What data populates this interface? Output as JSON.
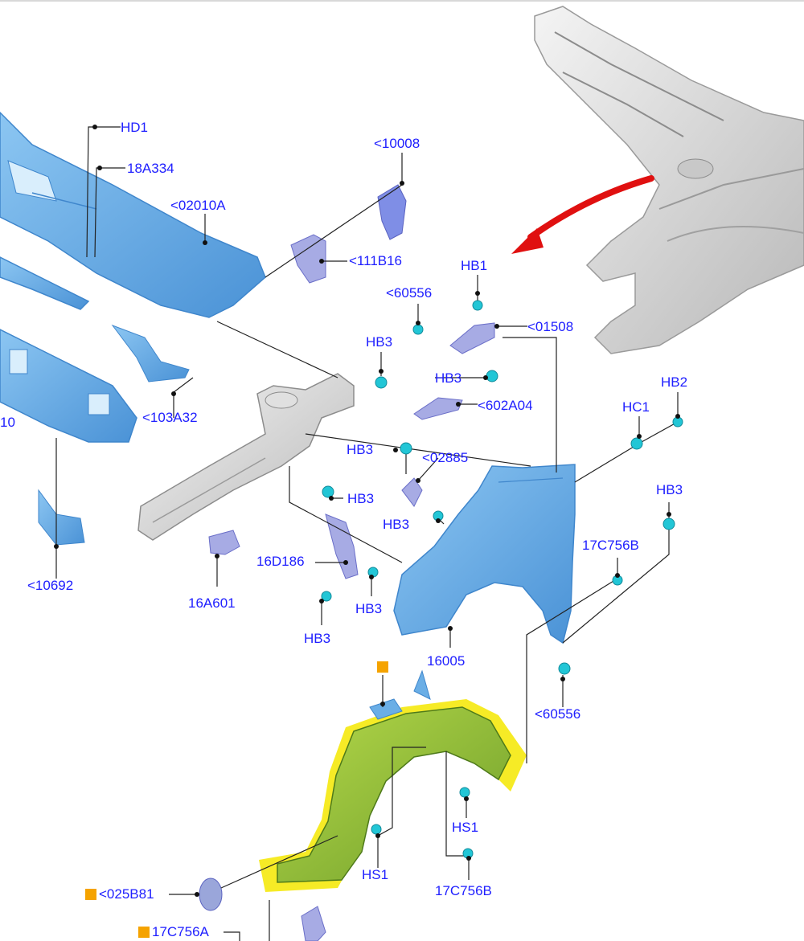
{
  "colors": {
    "label": "#2020ff",
    "leader": "#222222",
    "body_part": "#6aaee6",
    "body_part_dark": "#3f86cc",
    "fastener": "#22c6d6",
    "bracket": "#8a90d8",
    "context_part": "#d0d0d0",
    "liner": "#8cc63f",
    "highlight": "#f5e800",
    "marker": "#f5a300",
    "arrow": "#e01010"
  },
  "labels": {
    "hd1": "HD1",
    "p18a334": "18A334",
    "p02010a": "<02010A",
    "p10008": "<10008",
    "p111b16": "<111B16",
    "hb1": "HB1",
    "p60556_top": "<60556",
    "p01508": "<01508",
    "hb3_a": "HB3",
    "hb3_b": "HB3",
    "p602a04": "<602A04",
    "hb2": "HB2",
    "hc1": "HC1",
    "p10_cut": "10",
    "p103a32": "<103A32",
    "hb3_c": "HB3",
    "p02885": "<02885",
    "hb3_d": "HB3",
    "hb3_e": "HB3",
    "hb3_f": "HB3",
    "p17c756b_top": "17C756B",
    "p10692": "<10692",
    "p16d186": "16D186",
    "p16a601": "16A601",
    "hb3_g": "HB3",
    "hb3_h": "HB3",
    "p16005": "16005",
    "p60556_bot": "<60556",
    "hs1_a": "HS1",
    "hs1_b": "HS1",
    "p17c756b_bot": "17C756B",
    "p025b81": "<025B81",
    "p17c756a": "17C756A"
  }
}
